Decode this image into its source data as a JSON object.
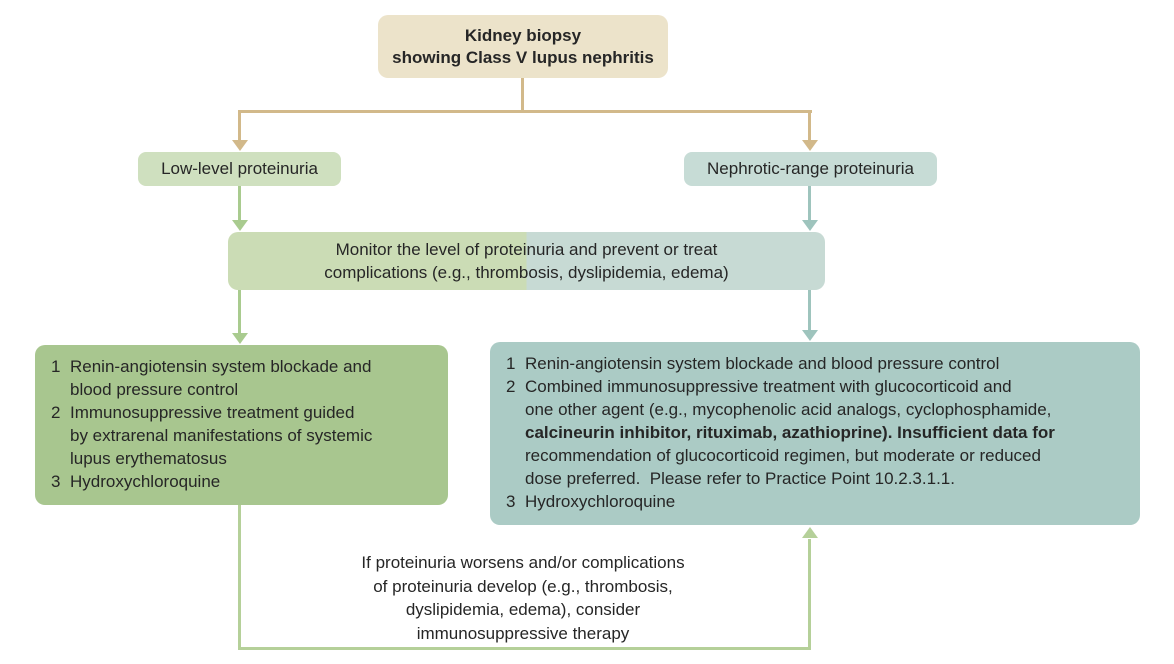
{
  "colors": {
    "bg": "#ffffff",
    "text": "#262626",
    "beige": "#ece3ca",
    "tan": "#d2b98a",
    "light-green": "#cfe0bf",
    "light-teal": "#c7dcd6",
    "monitor-green": "#cbdcb5",
    "monitor-teal": "#c7dad4",
    "deep-green": "#a8c68f",
    "deep-teal": "#abcbc5",
    "arrow-green": "#a9cb8f",
    "arrow-teal": "#9ec4bd",
    "loop-green": "#b5d099"
  },
  "root": {
    "title_line1": "Kidney biopsy",
    "title_line2": "showing Class V lupus nephritis"
  },
  "branches": {
    "left_label": "Low-level proteinuria",
    "right_label": "Nephrotic-range proteinuria"
  },
  "monitor": {
    "line1": "Monitor the level of proteinuria and prevent or treat",
    "line2": "complications (e.g., thrombosis, dyslipidemia, edema)"
  },
  "left_box": {
    "items": [
      {
        "num": "1",
        "text": "Renin-angiotensin system blockade and\nblood pressure control"
      },
      {
        "num": "2",
        "text": "Immunosuppressive treatment guided\nby extrarenal manifestations of systemic\nlupus erythematosus"
      },
      {
        "num": "3",
        "text": "Hydroxychloroquine"
      }
    ]
  },
  "right_box": {
    "items": [
      {
        "num": "1",
        "text": "Renin-angiotensin system blockade and blood pressure control"
      },
      {
        "num": "2",
        "pre": "Combined immunosuppressive treatment with glucocorticoid and\none other agent (e.g., mycophenolic acid analogs, cyclophosphamide,\n",
        "bold": "calcineurin inhibitor, rituximab, azathioprine). Insufficient data for",
        "post": "\nrecommendation of glucocorticoid regimen, but moderate or reduced\ndose preferred.  Please refer to Practice Point 10.2.3.1.1."
      },
      {
        "num": "3",
        "text": "Hydroxychloroquine"
      }
    ]
  },
  "loop_note": {
    "line1": "If proteinuria worsens and/or complications",
    "line2": "of proteinuria develop (e.g., thrombosis,",
    "line3": "dyslipidemia, edema), consider",
    "line4": "immunosuppressive therapy"
  }
}
